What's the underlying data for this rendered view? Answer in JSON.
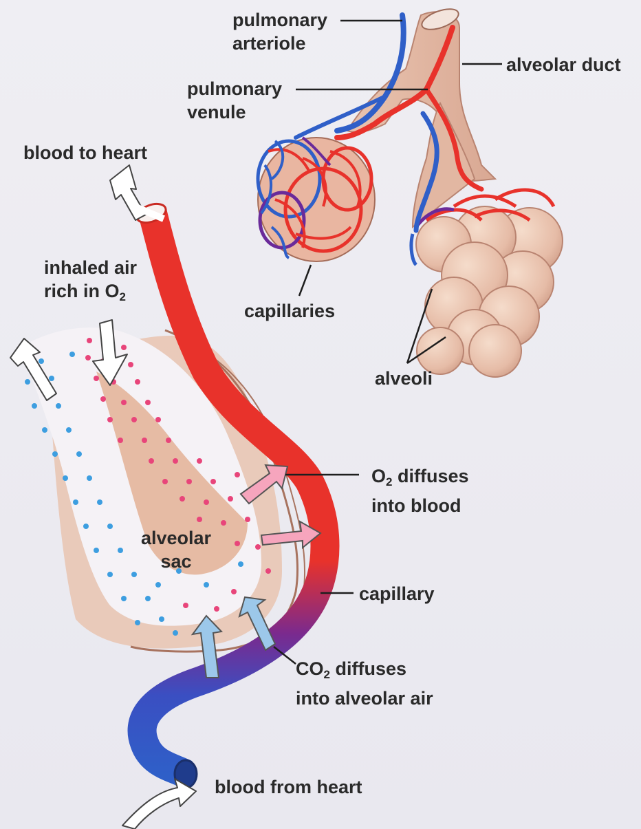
{
  "labels": {
    "pulmonary_arteriole": "pulmonary\narteriole",
    "alveolar_duct": "alveolar duct",
    "pulmonary_venule": "pulmonary\nvenule",
    "blood_to_heart": "blood to heart",
    "inhaled_air_line1": "inhaled air",
    "inhaled_air_line2_prefix": "rich in O",
    "inhaled_air_line2_sub": "2",
    "capillaries": "capillaries",
    "alveoli": "alveoli",
    "o2_prefix": "O",
    "o2_sub": "2",
    "o2_suffix": " diffuses",
    "o2_line2": "into blood",
    "alveolar_sac": "alveolar\nsac",
    "capillary": "capillary",
    "co2_prefix": "CO",
    "co2_sub": "2",
    "co2_suffix": " diffuses",
    "co2_line2": "into alveolar air",
    "blood_from_heart": "blood from heart"
  },
  "colors": {
    "oxygenated_blood": "#e8322b",
    "deoxygenated_blood": "#2f5fc8",
    "mixed_blood": "#6a2a9a",
    "tissue": "#e8c2ad",
    "oxygen_dots": "#e8457a",
    "co2_dots": "#3d9ee0",
    "background": "#ecebf1"
  }
}
